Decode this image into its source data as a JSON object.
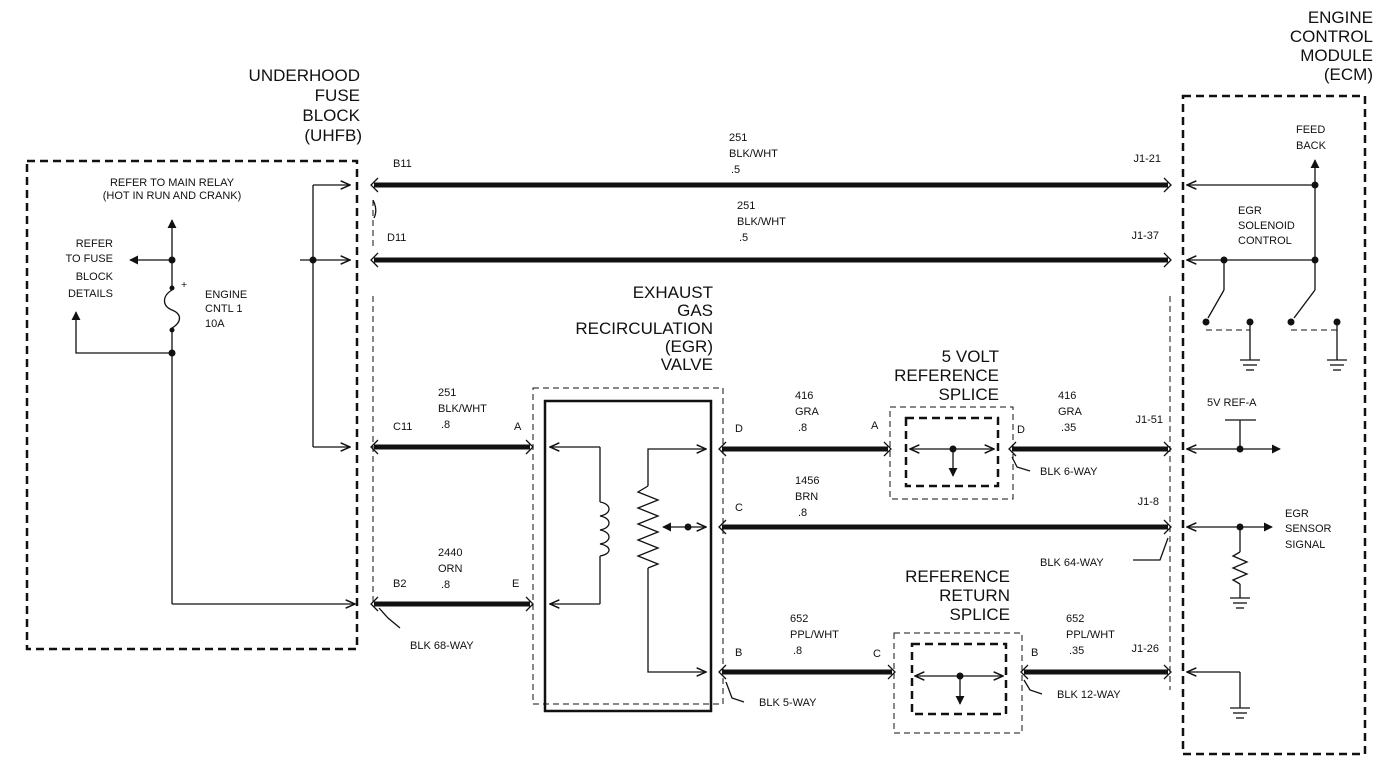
{
  "uhfb": {
    "line1": "UNDERHOOD",
    "line2": "FUSE",
    "line3": "BLOCK",
    "line4": "(UHFB)"
  },
  "ecm": {
    "line1": "ENGINE",
    "line2": "CONTROL",
    "line3": "MODULE",
    "line4": "(ECM)"
  },
  "egr_valve": {
    "line1": "EXHAUST",
    "line2": "GAS",
    "line3": "RECIRCULATION",
    "line4": "(EGR)",
    "line5": "VALVE"
  },
  "ref_splice_5v": {
    "line1": "5 VOLT",
    "line2": "REFERENCE",
    "line3": "SPLICE"
  },
  "ret_splice": {
    "line1": "REFERENCE",
    "line2": "RETURN",
    "line3": "SPLICE"
  },
  "fuse": {
    "main_relay_line1": "REFER TO MAIN RELAY",
    "main_relay_line2": "(HOT IN RUN AND CRANK)",
    "details_line1": "REFER",
    "details_line2": "TO FUSE",
    "details_line3": "BLOCK",
    "details_line4": "DETAILS",
    "name_line1": "ENGINE",
    "name_line2": "CNTL 1",
    "name_line3": "10A",
    "plus": "+"
  },
  "ecm_internal": {
    "feedback_line1": "FEED",
    "feedback_line2": "BACK",
    "solenoid_line1": "EGR",
    "solenoid_line2": "SOLENOID",
    "solenoid_line3": "CONTROL",
    "ref_5v": "5V REF-A",
    "sensor_line1": "EGR",
    "sensor_line2": "SENSOR",
    "sensor_line3": "SIGNAL"
  },
  "pins": {
    "b11": "B11",
    "d11": "D11",
    "c11": "C11",
    "b2": "B2",
    "j1_21": "J1-21",
    "j1_37": "J1-37",
    "j1_51": "J1-51",
    "j1_8": "J1-8",
    "j1_26": "J1-26",
    "valve_a": "A",
    "valve_e": "E",
    "valve_d": "D",
    "valve_c": "C",
    "valve_b": "B",
    "splice5v_a": "A",
    "splice5v_d": "D",
    "spliceret_c": "C",
    "spliceret_b": "B"
  },
  "wires": {
    "w1_circuit": "251",
    "w1_color": "BLK/WHT",
    "w1_size": ".5",
    "w2_circuit": "251",
    "w2_color": "BLK/WHT",
    "w2_size": ".5",
    "w3_circuit": "251",
    "w3_color": "BLK/WHT",
    "w3_size": ".8",
    "w4_circuit": "2440",
    "w4_color": "ORN",
    "w4_size": ".8",
    "w5_circuit": "416",
    "w5_color": "GRA",
    "w5_size": ".8",
    "w6_circuit": "416",
    "w6_color": "GRA",
    "w6_size": ".35",
    "w7_circuit": "1456",
    "w7_color": "BRN",
    "w7_size": ".8",
    "w8_circuit": "652",
    "w8_color": "PPL/WHT",
    "w8_size": ".8",
    "w9_circuit": "652",
    "w9_color": "PPL/WHT",
    "w9_size": ".35"
  },
  "connectors": {
    "blk68": "BLK 68-WAY",
    "blk6": "BLK 6-WAY",
    "blk64": "BLK 64-WAY",
    "blk5": "BLK 5-WAY",
    "blk12": "BLK 12-WAY"
  }
}
